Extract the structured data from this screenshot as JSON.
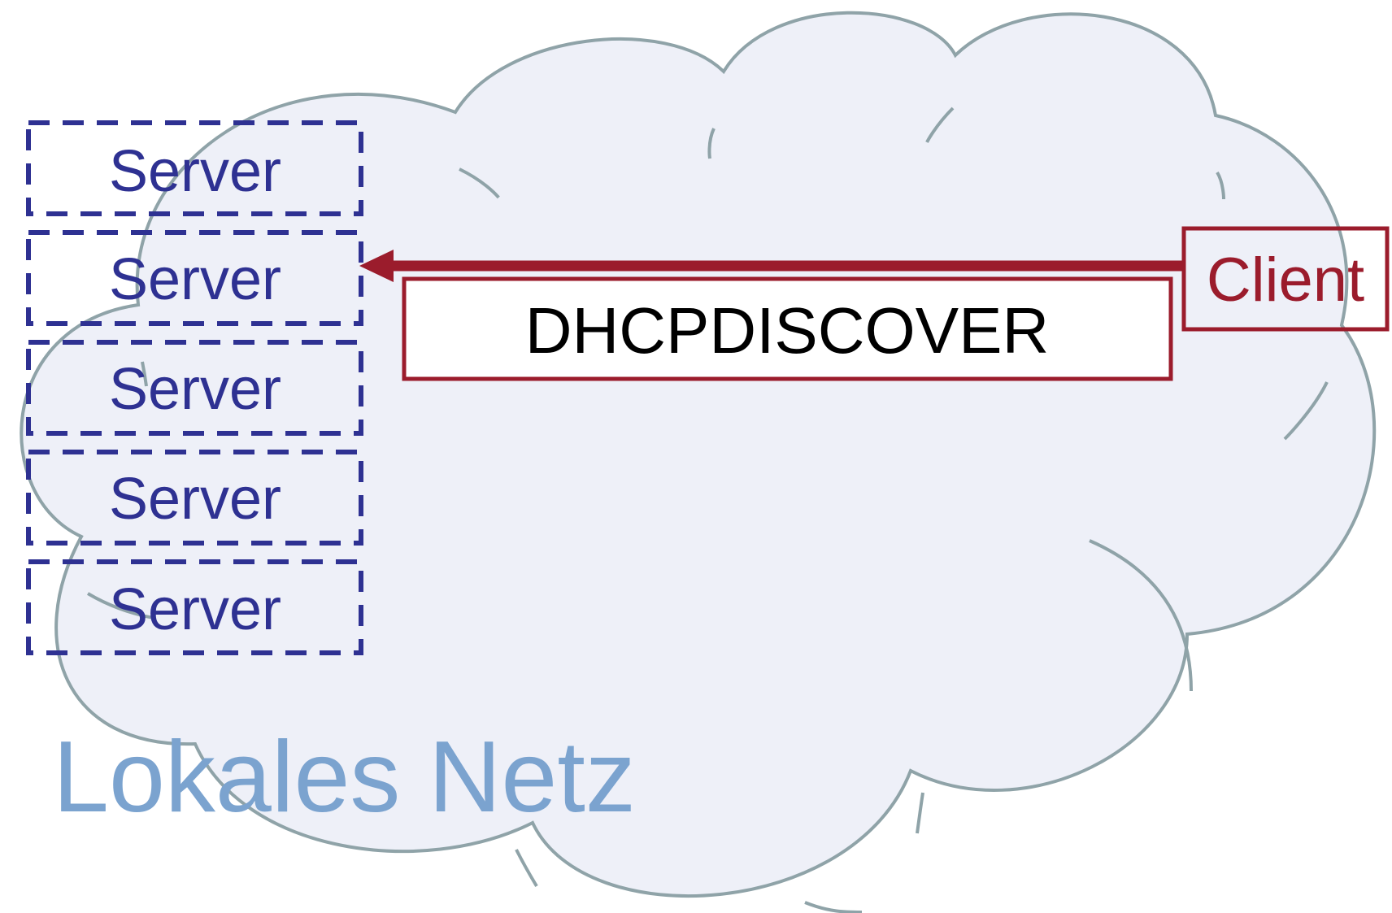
{
  "network": {
    "label": "Lokales Netz"
  },
  "servers": [
    {
      "label": "Server"
    },
    {
      "label": "Server"
    },
    {
      "label": "Server"
    },
    {
      "label": "Server"
    },
    {
      "label": "Server"
    }
  ],
  "client": {
    "label": "Client"
  },
  "message": {
    "label": "DHCPDISCOVER",
    "direction": "client-to-servers"
  },
  "colors": {
    "cloud_fill": "#eef0f8",
    "cloud_stroke": "#8fa3a8",
    "server": "#2e3192",
    "client": "#9b1c2c",
    "message_text": "#000000",
    "network_label": "#7ba3cf"
  }
}
